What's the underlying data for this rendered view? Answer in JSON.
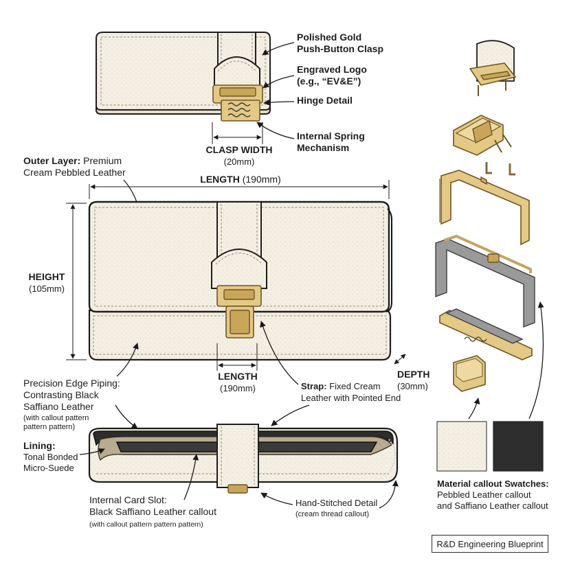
{
  "clasp_callouts": {
    "polished_gold_1": "Polished Gold",
    "polished_gold_2": "Push-Button Clasp",
    "engraved_logo_1": "Engraved Logo",
    "engraved_logo_2": "(e.g., “EV&E”)",
    "hinge": "Hinge Detail",
    "spring_1": "Internal Spring",
    "spring_2": "Mechanism",
    "clasp_width_label": "CLASP WIDTH",
    "clasp_width_value": "(20mm)"
  },
  "outer_layer": {
    "label_bold": "Outer Layer:",
    "label_rest": " Premium",
    "line2": "Cream Pebbled Leather"
  },
  "dimensions": {
    "length_top_bold": "LENGTH",
    "length_top_value": " (190mm)",
    "height_label": "HEIGHT",
    "height_value": "(105mm)",
    "length_bottom_label": "LENGTH",
    "length_bottom_value": "(190mm)",
    "depth_label": "DEPTH",
    "depth_value": "(30mm)"
  },
  "strap": {
    "label_bold": "Strap:",
    "label_rest": " Fixed Cream",
    "line2": "Leather with Pointed End"
  },
  "piping": {
    "line1": "Precision Edge Piping:",
    "line2": "Contrasting Black",
    "line3": "Saffiano Leather",
    "line4": "(with callout pattern",
    "line5": "pattern pattern)"
  },
  "lining": {
    "line1": "Lining:",
    "line2": "Tonal Bonded",
    "line3": "Micro-Suede"
  },
  "card_slot": {
    "line1": "Internal Card Slot:",
    "line2": "Black Saffiano Leather callout",
    "line3": "(with callout pattern pattern pattern)"
  },
  "hand_stitched": {
    "line1": "Hand-Stitched Detail",
    "line2": "(cream thread callout)"
  },
  "swatches": {
    "title": "Material callout Swatches:",
    "line2": "Pebbled Leather callout",
    "line3": "and Saffiano Leather callout",
    "cream_color": "#f2ede2",
    "black_color": "#2c2c2c"
  },
  "badge": "R&D Engineering Blueprint"
}
